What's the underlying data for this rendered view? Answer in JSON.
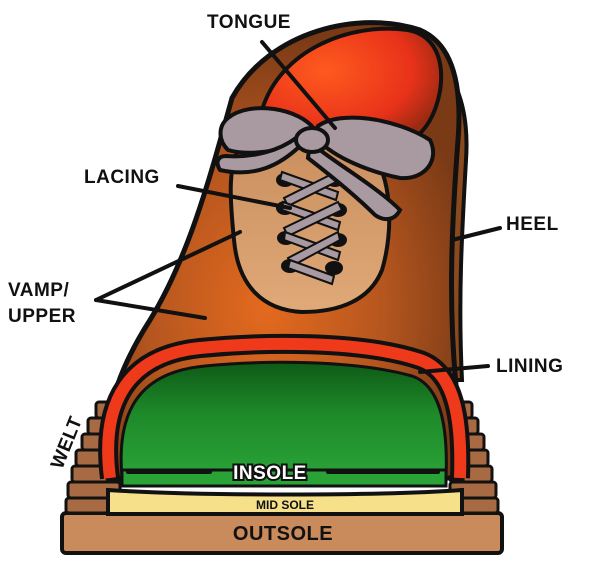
{
  "labels": {
    "tongue": "TONGUE",
    "lacing": "LACING",
    "heel": "HEEL",
    "vamp_line1": "VAMP/",
    "vamp_line2": "UPPER",
    "lining": "LINING",
    "welt": "WELT",
    "insole": "INSOLE",
    "mid_sole": "MID SOLE",
    "outsole": "OUTSOLE"
  },
  "colors": {
    "upper_light": "#C8743A",
    "upper_dark": "#7A3A16",
    "vamp_center": "#E0782A",
    "lace_panel": "#D9A06F",
    "tongue_red": "#F0421A",
    "lining": "#EE3A1A",
    "insole_green": "#1F8F2C",
    "insole_dark": "#0E5A16",
    "midsole": "#F6E08A",
    "outsole": "#C98A5C",
    "welt": "#A86A43",
    "lace_gray": "#A89AA0",
    "outline": "#111111"
  }
}
